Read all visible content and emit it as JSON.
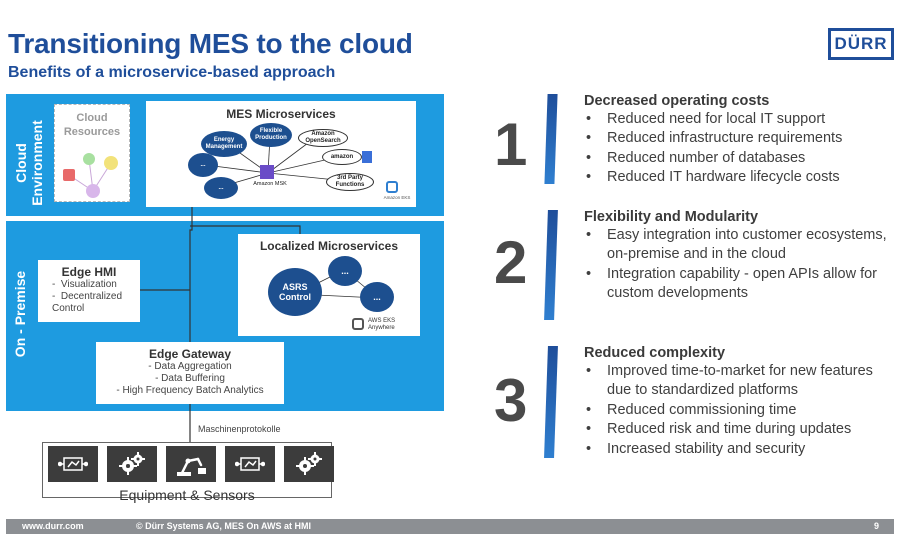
{
  "header": {
    "title": "Transitioning MES to the cloud",
    "subtitle": "Benefits of a microservice-based approach",
    "logo": "DÜRR"
  },
  "colors": {
    "brand_blue": "#1f4e9a",
    "band_blue": "#1e9be0",
    "dark_blue": "#1d4f8f",
    "footer_gray": "#8c8f93"
  },
  "diagram": {
    "cloud_label": "Cloud Environment",
    "onprem_label": "On - Premise",
    "cloud_resources": "Cloud Resources",
    "mes_title": "MES Microservices",
    "mes_nodes": {
      "energy": "Energy Management",
      "flexible": "Flexible Production",
      "opensearch": "Amazon OpenSearch",
      "amazon": "amazon",
      "third_party": "3rd Party Functions",
      "msk": "Amazon MSK",
      "eks": "Amazon EKS",
      "dots1": "...",
      "dots2": "..."
    },
    "localized_title": "Localized Microservices",
    "asrs": "ASRS Control",
    "dots": "...",
    "eks_anywhere": "AWS EKS Anywhere",
    "edge_hmi": {
      "title": "Edge HMI",
      "items": [
        "Visualization",
        "Decentralized Control"
      ]
    },
    "edge_gateway": {
      "title": "Edge Gateway",
      "items": [
        "- Data Aggregation",
        "-   Data Buffering",
        "-   High Frequency Batch Analytics"
      ]
    },
    "protocol": "Maschinenprotokolle",
    "equipment_label": "Equipment & Sensors",
    "equipment_icons": [
      "sensor-icon",
      "gears-icon",
      "robot-arm-icon",
      "sensor-icon",
      "gears-icon"
    ]
  },
  "benefits": [
    {
      "number": "1",
      "heading": "Decreased operating costs",
      "items": [
        "Reduced need for local IT support",
        "Reduced infrastructure requirements",
        "Reduced number of databases",
        "Reduced IT hardware lifecycle costs"
      ]
    },
    {
      "number": "2",
      "heading": "Flexibility and Modularity",
      "items": [
        "Easy integration into customer ecosystems, on-premise and in the cloud",
        "Integration capability - open APIs allow for custom developments"
      ]
    },
    {
      "number": "3",
      "heading": "Reduced complexity",
      "items": [
        "Improved time-to-market for new features due to standardized platforms",
        "Reduced commissioning time",
        "Reduced risk and time during updates",
        "Increased stability and security"
      ]
    }
  ],
  "footer": {
    "website": "www.durr.com",
    "copyright": "© Dürr Systems AG, MES On AWS at HMI",
    "page": "9"
  }
}
